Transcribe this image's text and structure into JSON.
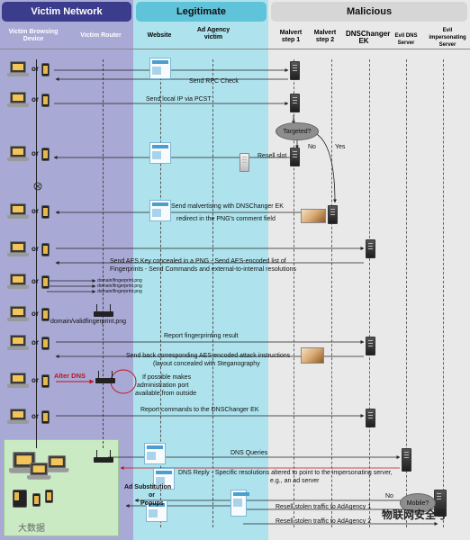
{
  "zones": {
    "victim": {
      "title": "Victim Network",
      "color": "#a9a9d6",
      "title_bg": "#3c3c8c"
    },
    "legitimate": {
      "title": "Legitimate",
      "color": "#aee3ee",
      "title_bg": "#5fc3d9"
    },
    "malicious": {
      "title": "Malicious",
      "color": "#e9e9e9",
      "title_bg": "#d6d6d6"
    }
  },
  "columns": {
    "victim_browsing": "Victim Browsing Device",
    "victim_router": "Victim Router",
    "website": "Website",
    "ad_agency": "Ad Agency victim",
    "malvert1": "Malvert step 1",
    "malvert2": "Malvert step 2",
    "dnschanger": "DNSChanger EK",
    "evil_dns": "Evil DNS Server",
    "evil_impersonating": "Evil impersonating Server"
  },
  "or_label": "or",
  "messages": {
    "m1": "Send RPC Check",
    "m2": "Send local IP via PCST",
    "targeted": "Targeted?",
    "no": "No",
    "yes": "Yes",
    "resell_slot": "Resell slot",
    "m4a": "Send malvertising with DNSChanger EK",
    "m4b": "redirect in the PNG's comment field",
    "m5a": "Send AES Key concealed in a PNG - Send AES-encoded list of",
    "m5b": "Fingerprints - Send Commands and external-to-internal resolutions",
    "fp1": "domain/fingerprint.png",
    "fp2": "domain/fingerprint.png",
    "fp3": "domain/fingerprint.png",
    "valid_fp": "domain/validfingerprint.png",
    "m7": "Report fingerprinting result",
    "m8a": "Send back corresponding AES-encoded attack instructions",
    "m8b": "(layout concealed with Steganography",
    "alter_dns": "Alter DNS",
    "admin_note1": "If possible makes",
    "admin_note2": "administration port",
    "admin_note3": "available from outside",
    "m10": "Report commands to the DNSChanger EK",
    "dns_query": "DNS Queries",
    "dns_reply1": "DNS Reply - Specific resolutions altered to point to the impersonating server,",
    "dns_reply2": "e.g., an ad server",
    "ad_sub1": "Ad Substitution",
    "ad_sub2": "or",
    "ad_sub3": "Popups",
    "no2": "No",
    "mobile": "Mobile?",
    "resell1": "Resell stolen traffic to AdAgency 1",
    "resell2": "Resell stolen traffic to AdAgency 2",
    "watermark_left": "大数据",
    "watermark_right": "物联网安全号"
  }
}
